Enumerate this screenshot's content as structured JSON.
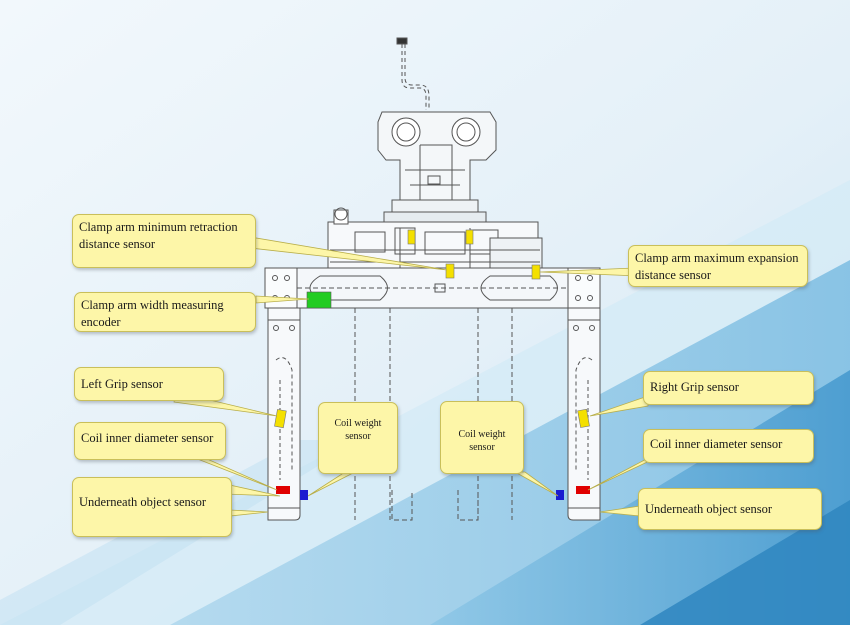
{
  "colors": {
    "callout_fill": "#fdf6a8",
    "callout_border": "#c9bf5a",
    "sensor_yellow": "#f4e000",
    "sensor_red": "#e00000",
    "sensor_blue": "#1a1ad0",
    "encoder_green": "#22cc22",
    "background_light": "#e8f3fa",
    "background_blue": "#7fbfe2"
  },
  "callouts": {
    "clamp_min_retraction": "Clamp arm minimum retraction distance sensor",
    "clamp_max_expansion": "Clamp arm maximum expansion distance sensor",
    "clamp_width_encoder": "Clamp arm width measuring encoder",
    "left_grip": "Left Grip sensor",
    "right_grip": "Right Grip sensor",
    "coil_inner_left": "Coil inner diameter sensor",
    "coil_inner_right": "Coil inner diameter sensor",
    "underneath_left": "Underneath object sensor",
    "underneath_right": "Underneath object sensor",
    "coil_weight_left": "Coil weight sensor",
    "coil_weight_right": "Coil weight sensor"
  }
}
